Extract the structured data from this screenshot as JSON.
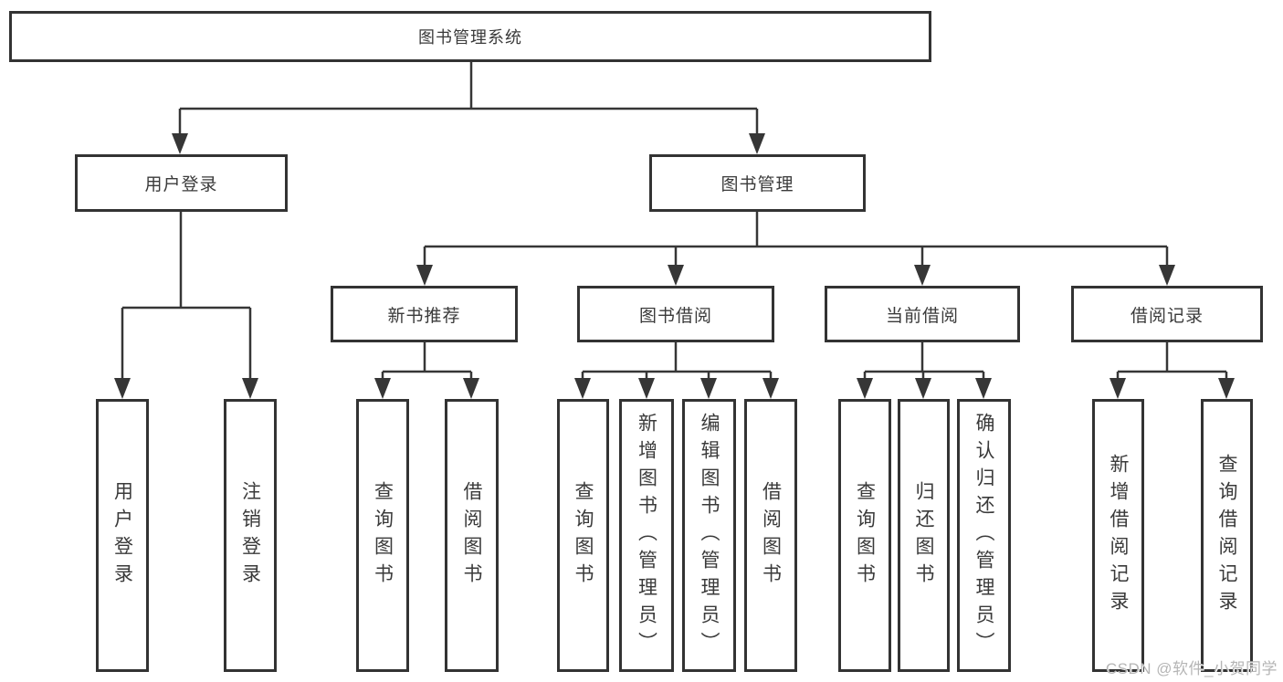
{
  "diagram_type": "functional-structure-tree",
  "tree": {
    "root": {
      "label": "图书管理系统",
      "children": [
        {
          "label": "用户登录",
          "children": [
            {
              "label": "用户登录"
            },
            {
              "label": "注销登录"
            }
          ]
        },
        {
          "label": "图书管理",
          "children": [
            {
              "label": "新书推荐",
              "children": [
                {
                  "label": "查询图书"
                },
                {
                  "label": "借阅图书"
                }
              ]
            },
            {
              "label": "图书借阅",
              "children": [
                {
                  "label": "查询图书"
                },
                {
                  "label": "新增图书（管理员）"
                },
                {
                  "label": "编辑图书（管理员）"
                },
                {
                  "label": "借阅图书"
                }
              ]
            },
            {
              "label": "当前借阅",
              "children": [
                {
                  "label": "查询图书"
                },
                {
                  "label": "归还图书"
                },
                {
                  "label": "确认归还（管理员）"
                }
              ]
            },
            {
              "label": "借阅记录",
              "children": [
                {
                  "label": "新增借阅记录"
                },
                {
                  "label": "查询借阅记录"
                }
              ]
            }
          ]
        }
      ]
    }
  },
  "watermark": {
    "text": "CSDN @软件_小贺同学",
    "color": "#b5b5b5"
  },
  "colors": {
    "line": "#363636",
    "border": "#333333",
    "text": "#3a3a3a",
    "background": "#ffffff"
  }
}
